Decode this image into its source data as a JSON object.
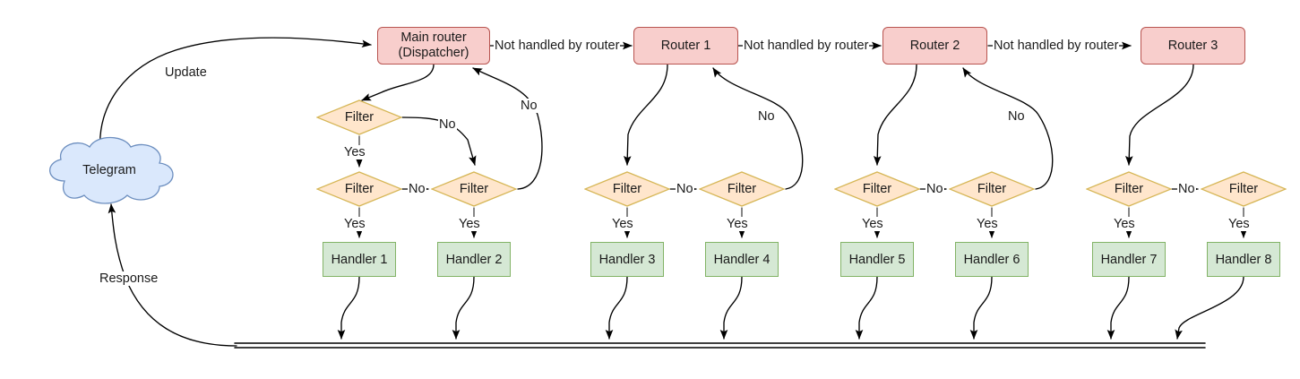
{
  "diagram": {
    "title": "Telegram bot update routing flow",
    "colors": {
      "router_fill": "#f8cecc",
      "router_stroke": "#b85450",
      "filter_fill": "#ffe6cc",
      "filter_stroke": "#d6b656",
      "handler_fill": "#d5e8d4",
      "handler_stroke": "#82b366",
      "cloud_fill": "#dae8fc",
      "cloud_stroke": "#6c8ebf",
      "edge": "#000000",
      "background": "#ffffff"
    },
    "source": {
      "label": "Telegram",
      "shape": "cloud"
    },
    "routers": [
      {
        "id": "main",
        "label": "Main router\n(Dispatcher)",
        "line1": "Main router",
        "line2": "(Dispatcher)"
      },
      {
        "id": "r1",
        "label": "Router 1"
      },
      {
        "id": "r2",
        "label": "Router 2"
      },
      {
        "id": "r3",
        "label": "Router 3"
      }
    ],
    "filters": [
      {
        "id": "f0",
        "label": "Filter"
      },
      {
        "id": "f1",
        "label": "Filter"
      },
      {
        "id": "f2",
        "label": "Filter"
      },
      {
        "id": "f3",
        "label": "Filter"
      },
      {
        "id": "f4",
        "label": "Filter"
      },
      {
        "id": "f5",
        "label": "Filter"
      },
      {
        "id": "f6",
        "label": "Filter"
      },
      {
        "id": "f7",
        "label": "Filter"
      },
      {
        "id": "f8",
        "label": "Filter"
      }
    ],
    "handlers": [
      {
        "id": "h1",
        "label": "Handler 1"
      },
      {
        "id": "h2",
        "label": "Handler 2"
      },
      {
        "id": "h3",
        "label": "Handler 3"
      },
      {
        "id": "h4",
        "label": "Handler 4"
      },
      {
        "id": "h5",
        "label": "Handler 5"
      },
      {
        "id": "h6",
        "label": "Handler 6"
      },
      {
        "id": "h7",
        "label": "Handler 7"
      },
      {
        "id": "h8",
        "label": "Handler 8"
      }
    ],
    "edge_labels": {
      "update": "Update",
      "response": "Response",
      "not_handled_1": "Not handled by router",
      "not_handled_2": "Not handled by router",
      "not_handled_3": "Not handled by router",
      "yes": "Yes",
      "no": "No"
    },
    "yes_labels": [
      "Yes",
      "Yes",
      "Yes",
      "Yes",
      "Yes",
      "Yes",
      "Yes",
      "Yes",
      "Yes"
    ],
    "no_labels": [
      "No",
      "No",
      "No",
      "No",
      "No",
      "No",
      "No",
      "No"
    ]
  }
}
